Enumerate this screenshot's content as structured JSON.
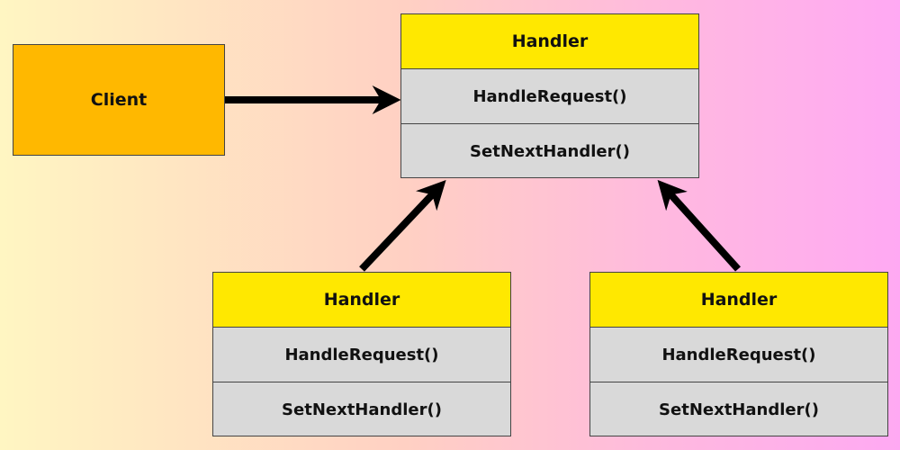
{
  "client": {
    "label": "Client"
  },
  "handlers": [
    {
      "title": "Handler",
      "methods": [
        "HandleRequest()",
        "SetNextHandler()"
      ]
    },
    {
      "title": "Handler",
      "methods": [
        "HandleRequest()",
        "SetNextHandler()"
      ]
    },
    {
      "title": "Handler",
      "methods": [
        "HandleRequest()",
        "SetNextHandler()"
      ]
    }
  ],
  "colors": {
    "client_fill": "#ffb800",
    "handler_header": "#ffe800",
    "handler_body": "#d9d9d9",
    "arrow": "#000000"
  },
  "connections": [
    {
      "from": "client",
      "to": "handler-top",
      "style": "arrow"
    },
    {
      "from": "handler-bottom-left",
      "to": "handler-top",
      "style": "arrow"
    },
    {
      "from": "handler-bottom-right",
      "to": "handler-top",
      "style": "arrow"
    }
  ]
}
